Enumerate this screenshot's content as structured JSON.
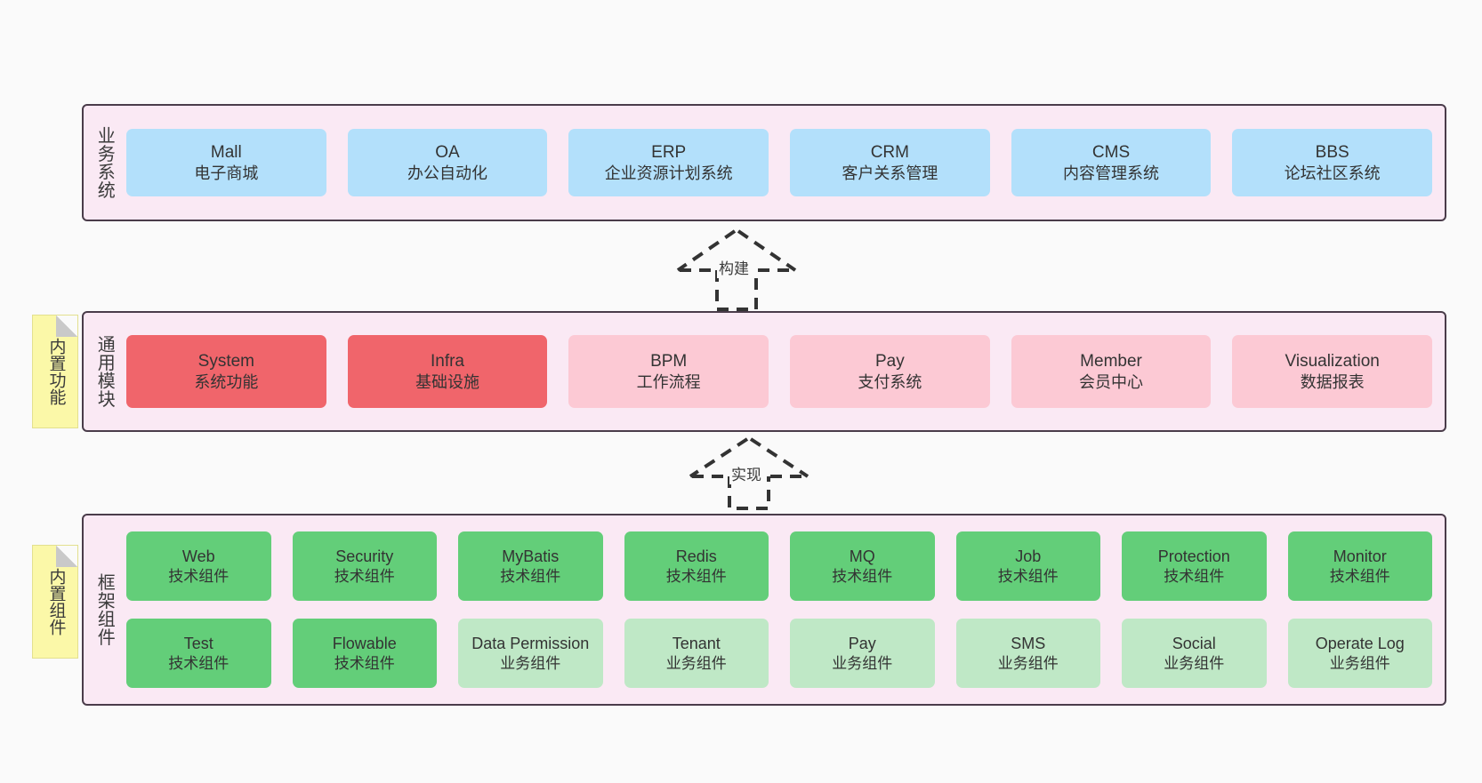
{
  "diagram": {
    "title": "",
    "background": "#fafafa",
    "colors": {
      "layer_fill": "#fae9f4",
      "layer_border": "#4a3c4a",
      "business_node": "#b3e0fb",
      "module_core": "#f0656b",
      "module_optional": "#fcc9d4",
      "framework_tech": "#63ce79",
      "framework_biz": "#bfe8c6",
      "sticky_note": "#fbf8a8"
    }
  },
  "layers": {
    "business": {
      "label": "业务系统",
      "nodes": [
        {
          "title": "Mall",
          "sub": "电子商城",
          "color": "c-blue"
        },
        {
          "title": "OA",
          "sub": "办公自动化",
          "color": "c-blue"
        },
        {
          "title": "ERP",
          "sub": "企业资源计划系统",
          "color": "c-blue"
        },
        {
          "title": "CRM",
          "sub": "客户关系管理",
          "color": "c-blue"
        },
        {
          "title": "CMS",
          "sub": "内容管理系统",
          "color": "c-blue"
        },
        {
          "title": "BBS",
          "sub": "论坛社区系统",
          "color": "c-blue"
        }
      ]
    },
    "modules": {
      "label": "通用模块",
      "sticky": "内置功能",
      "nodes": [
        {
          "title": "System",
          "sub": "系统功能",
          "color": "c-red"
        },
        {
          "title": "Infra",
          "sub": "基础设施",
          "color": "c-red"
        },
        {
          "title": "BPM",
          "sub": "工作流程",
          "color": "c-pink"
        },
        {
          "title": "Pay",
          "sub": "支付系统",
          "color": "c-pink"
        },
        {
          "title": "Member",
          "sub": "会员中心",
          "color": "c-pink"
        },
        {
          "title": "Visualization",
          "sub": "数据报表",
          "color": "c-pink"
        }
      ]
    },
    "framework": {
      "label": "框架组件",
      "sticky": "内置组件",
      "row1": [
        {
          "title": "Web",
          "sub": "技术组件",
          "color": "c-green"
        },
        {
          "title": "Security",
          "sub": "技术组件",
          "color": "c-green"
        },
        {
          "title": "MyBatis",
          "sub": "技术组件",
          "color": "c-green"
        },
        {
          "title": "Redis",
          "sub": "技术组件",
          "color": "c-green"
        },
        {
          "title": "MQ",
          "sub": "技术组件",
          "color": "c-green"
        },
        {
          "title": "Job",
          "sub": "技术组件",
          "color": "c-green"
        },
        {
          "title": "Protection",
          "sub": "技术组件",
          "color": "c-green"
        },
        {
          "title": "Monitor",
          "sub": "技术组件",
          "color": "c-green"
        }
      ],
      "row2": [
        {
          "title": "Test",
          "sub": "技术组件",
          "color": "c-green"
        },
        {
          "title": "Flowable",
          "sub": "技术组件",
          "color": "c-green"
        },
        {
          "title": "Data Permission",
          "sub": "业务组件",
          "color": "c-lightgreen"
        },
        {
          "title": "Tenant",
          "sub": "业务组件",
          "color": "c-lightgreen"
        },
        {
          "title": "Pay",
          "sub": "业务组件",
          "color": "c-lightgreen"
        },
        {
          "title": "SMS",
          "sub": "业务组件",
          "color": "c-lightgreen"
        },
        {
          "title": "Social",
          "sub": "业务组件",
          "color": "c-lightgreen"
        },
        {
          "title": "Operate Log",
          "sub": "业务组件",
          "color": "c-lightgreen"
        }
      ]
    }
  },
  "connectors": [
    {
      "label": "构建"
    },
    {
      "label": "实现"
    }
  ]
}
